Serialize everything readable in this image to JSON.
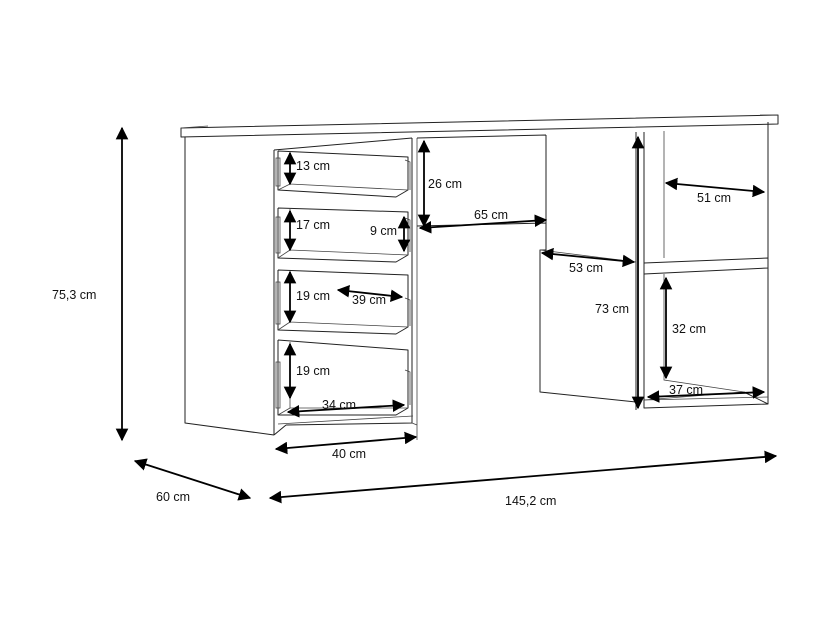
{
  "labels": {
    "height_total": "75,3 cm",
    "depth_total": "60 cm",
    "width_total": "145,2 cm",
    "drawer_width": "40 cm",
    "drawer1_height": "13 cm",
    "drawer2_height": "17 cm",
    "drawer3_height": "19 cm",
    "drawer4_height": "19 cm",
    "drawer_inner_width": "39 cm",
    "drawer_inner_depth": "34 cm",
    "drawer_opening": "9 cm",
    "upper_opening": "26 cm",
    "middle_width": "65 cm",
    "middle_depth": "53 cm",
    "leg_height": "73 cm",
    "shelf_width": "51 cm",
    "shelf_height": "32 cm",
    "shelf_depth": "37 cm"
  }
}
